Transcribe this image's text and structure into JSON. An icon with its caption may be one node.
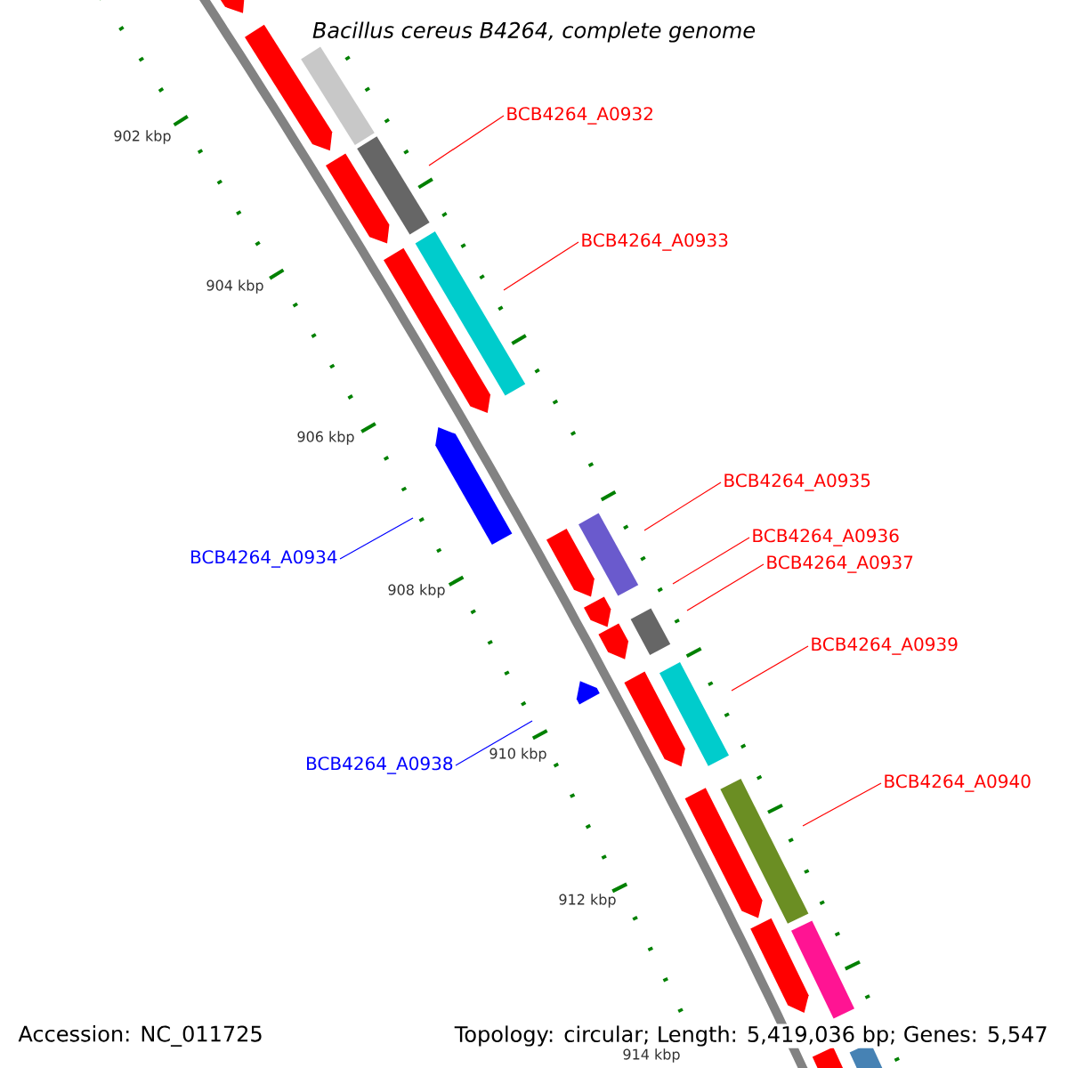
{
  "diagram": {
    "title": "Bacillus cereus B4264, complete genome",
    "nodes": [
      {
        "text": [
          "BCB4264_A0932"
        ]
      },
      {
        "text": [
          "BCB4264_A0933"
        ]
      },
      {
        "text": [
          "BCB4264_A0935"
        ]
      },
      {
        "text": [
          "BCB4264_A0936"
        ]
      },
      {
        "text": [
          "BCB4264_A0934"
        ]
      },
      {
        "text": [
          "BCB4264_A0937"
        ]
      },
      {
        "text": [
          "BCB4264_A0939"
        ]
      },
      {
        "text": [
          "BCB4264_A0938"
        ]
      },
      {
        "text": [
          "BCB4264_A0940"
        ]
      }
    ],
    "edges": [
      {
        "from": 0,
        "to": null,
        "arrow": "none"
      },
      {
        "from": 1,
        "to": null,
        "arrow": "none"
      },
      {
        "from": 2,
        "to": null,
        "arrow": "none"
      },
      {
        "from": 3,
        "to": null,
        "arrow": "none"
      },
      {
        "from": 4,
        "to": null,
        "arrow": "none",
        "color": "#0000ff"
      },
      {
        "from": 5,
        "to": null,
        "arrow": "none"
      },
      {
        "from": 6,
        "to": null,
        "arrow": "none"
      },
      {
        "from": 7,
        "to": null,
        "arrow": "none",
        "color": "#0000ff"
      },
      {
        "from": 8,
        "to": null,
        "arrow": "none"
      }
    ],
    "labels": [
      "902 kbp",
      "904 kbp",
      "906 kbp",
      "908 kbp",
      "910 kbp",
      "912 kbp",
      "Accession: NC_011725",
      "Topology: circular; Length: 5,419,036 bp; Genes: 5,547",
      "914 kbp"
    ]
  }
}
